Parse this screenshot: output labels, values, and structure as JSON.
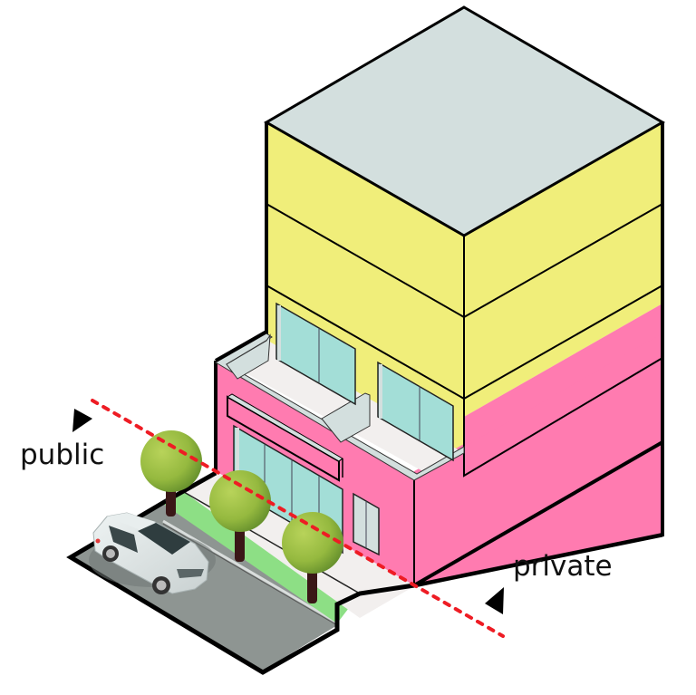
{
  "labels": {
    "public": "public",
    "private": "private"
  },
  "colors": {
    "roof": "#d3dfde",
    "upper_floors": "#f0ee7a",
    "podium": "#ff7bb0",
    "glass": "#a3ded7",
    "terrace": "#f2efee",
    "parapet": "#d3dfde",
    "sidewalk": "#f2efee",
    "grass": "#8ddf85",
    "road": "#8e9592",
    "tree_canopy": "#9fc14a",
    "tree_trunk": "#3a1717",
    "boundary_line": "#ee1c24",
    "outline": "#000000"
  },
  "elements": {
    "building_floors": 4,
    "trees": 3,
    "cars": 1,
    "arrows": [
      "public-side-marker",
      "private-side-marker"
    ]
  }
}
